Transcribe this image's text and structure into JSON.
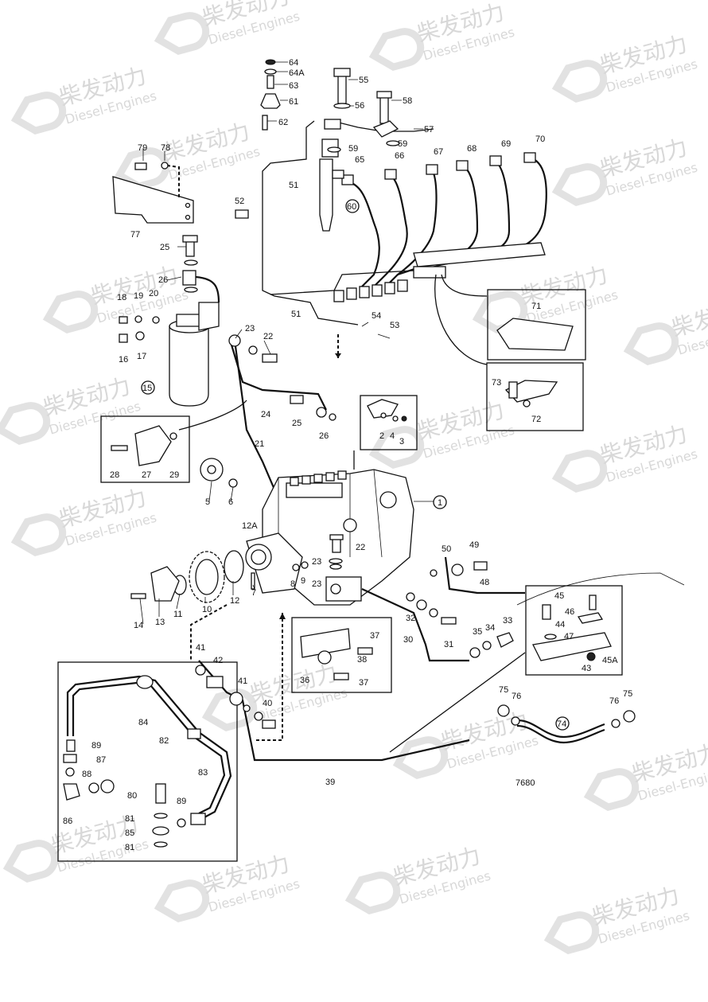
{
  "watermark": {
    "brand_cn": "柴发动力",
    "brand_en": "Diesel-Engines"
  },
  "drawing_number": "7680",
  "labels": {
    "l1": "1",
    "l2": "2",
    "l3": "3",
    "l4": "4",
    "l5": "5",
    "l6": "6",
    "l7": "7",
    "l8": "8",
    "l9": "9",
    "l10": "10",
    "l11": "11",
    "l12": "12",
    "l12A": "12A",
    "l13": "13",
    "l14": "14",
    "l15": "15",
    "l16": "16",
    "l17": "17",
    "l18": "18",
    "l19": "19",
    "l20": "20",
    "l21": "21",
    "l22a": "22",
    "l22b": "22",
    "l23a": "23",
    "l23b": "23",
    "l23c": "23",
    "l24": "24",
    "l25a": "25",
    "l25b": "25",
    "l26a": "26",
    "l26b": "26",
    "l27": "27",
    "l28": "28",
    "l29": "29",
    "l30": "30",
    "l31": "31",
    "l32": "32",
    "l33": "33",
    "l34": "34",
    "l35": "35",
    "l36": "36",
    "l37a": "37",
    "l37b": "37",
    "l38": "38",
    "l39": "39",
    "l40": "40",
    "l41a": "41",
    "l41b": "41",
    "l42": "42",
    "l43": "43",
    "l44": "44",
    "l45": "45",
    "l45A": "45A",
    "l46": "46",
    "l47": "47",
    "l48": "48",
    "l49": "49",
    "l50": "50",
    "l51a": "51",
    "l51b": "51",
    "l52": "52",
    "l53": "53",
    "l54": "54",
    "l55": "55",
    "l56": "56",
    "l57": "57",
    "l58": "58",
    "l59a": "59",
    "l59b": "59",
    "l60": "60",
    "l61": "61",
    "l62": "62",
    "l63": "63",
    "l64": "64",
    "l64A": "64A",
    "l65": "65",
    "l66": "66",
    "l67": "67",
    "l68": "68",
    "l69": "69",
    "l70": "70",
    "l71": "71",
    "l72": "72",
    "l73": "73",
    "l74": "74",
    "l75a": "75",
    "l75b": "75",
    "l76a": "76",
    "l76b": "76",
    "l77": "77",
    "l78": "78",
    "l79": "79",
    "l80": "80",
    "l81a": "81",
    "l81b": "81",
    "l82": "82",
    "l83": "83",
    "l84": "84",
    "l85": "85",
    "l86": "86",
    "l87": "87",
    "l88": "88",
    "l89a": "89",
    "l89b": "89"
  }
}
